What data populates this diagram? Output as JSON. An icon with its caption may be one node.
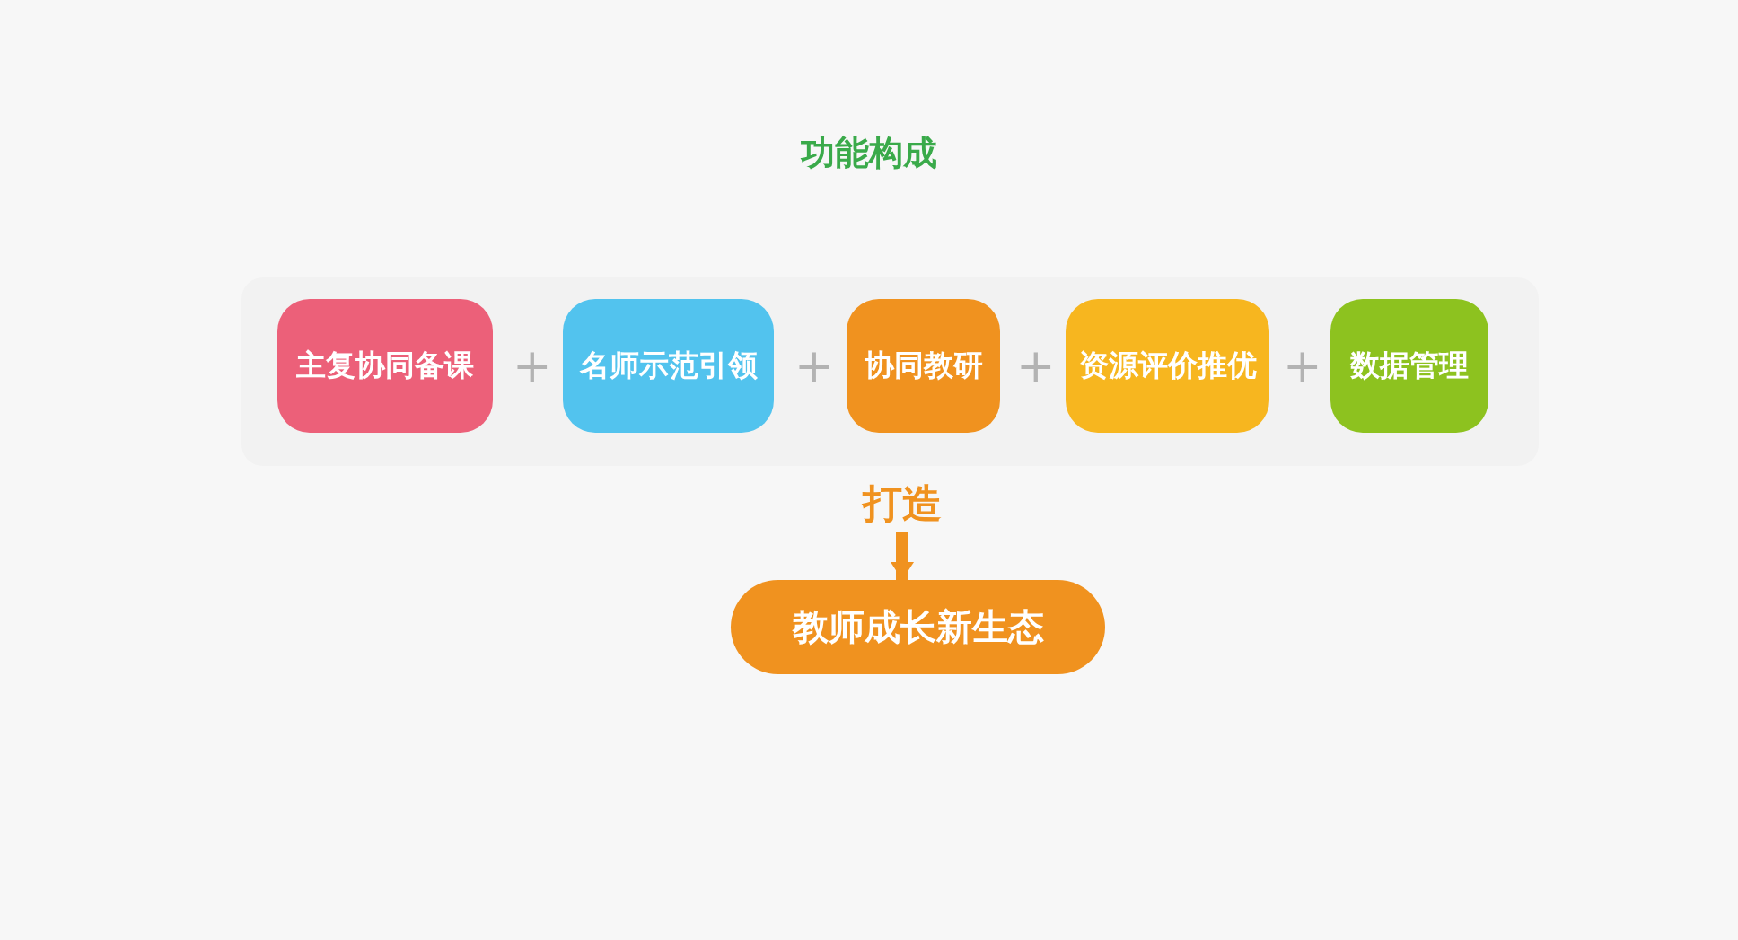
{
  "diagram": {
    "title": "功能构成",
    "nodes": [
      {
        "text": [
          "主复协同备课"
        ]
      },
      {
        "text": [
          "名师示范引领"
        ]
      },
      {
        "text": [
          "协同教研"
        ]
      },
      {
        "text": [
          "资源评价推优"
        ]
      },
      {
        "text": [
          "数据管理"
        ]
      },
      {
        "text": [
          "打造"
        ]
      },
      {
        "text": [
          "教师成长新生态"
        ]
      }
    ],
    "edges": [
      {
        "from": 5,
        "to": 6,
        "arrow": "to"
      }
    ],
    "labels": [
      "+",
      "+",
      "+",
      "+"
    ]
  }
}
